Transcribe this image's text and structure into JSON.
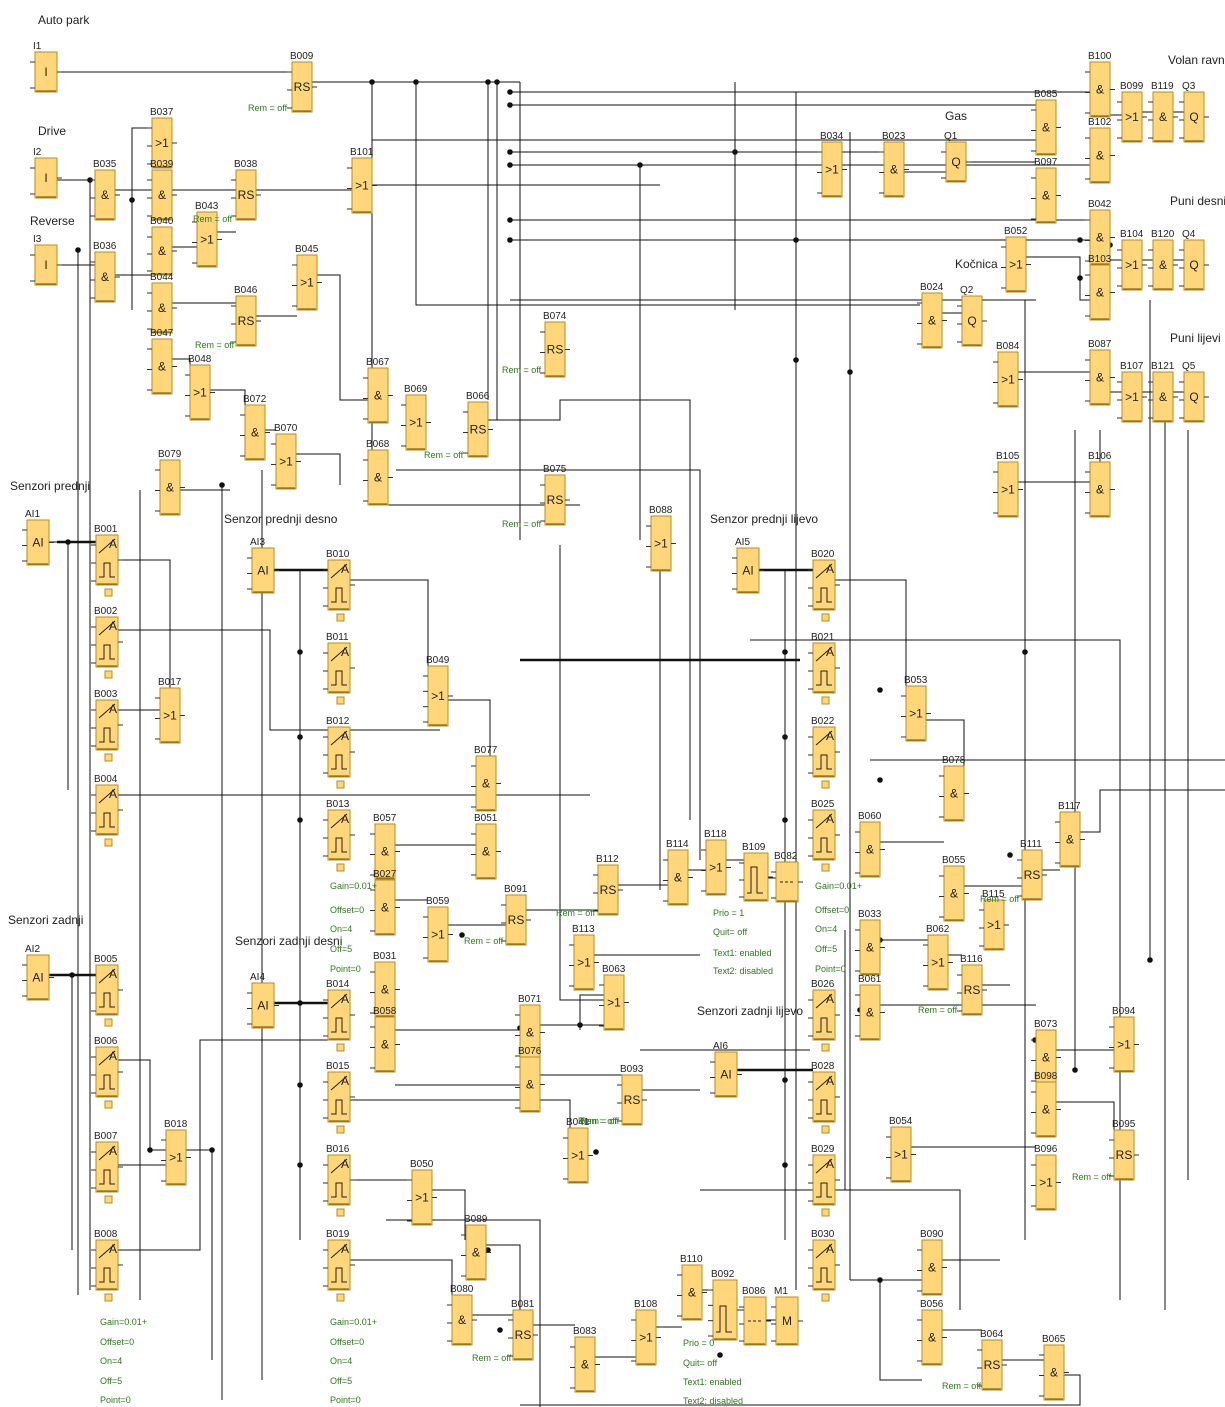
{
  "section_labels": [
    {
      "id": "auto-park",
      "text": "Auto park"
    },
    {
      "id": "drive",
      "text": "Drive"
    },
    {
      "id": "reverse",
      "text": "Reverse"
    },
    {
      "id": "senzori-prednji",
      "text": "Senzori prednji"
    },
    {
      "id": "senzor-prednji-desno",
      "text": "Senzor prednji desno"
    },
    {
      "id": "senzor-prednji-lijevo",
      "text": "Senzor prednji lijevo"
    },
    {
      "id": "senzori-zadnji",
      "text": "Senzori zadnji"
    },
    {
      "id": "senzori-zadnji-desni",
      "text": "Senzori zadnji desni"
    },
    {
      "id": "senzori-zadnji-lijevo",
      "text": "Senzori zadnji lijevo"
    },
    {
      "id": "volan-ravno",
      "text": "Volan ravno"
    },
    {
      "id": "gas",
      "text": "Gas"
    },
    {
      "id": "puni-desni",
      "text": "Puni desni"
    },
    {
      "id": "kocnica",
      "text": "Kočnica"
    },
    {
      "id": "puni-lijevi",
      "text": "Puni lijevi"
    }
  ],
  "blocks": [
    {
      "id": "I1",
      "sym": "I",
      "label": "I1"
    },
    {
      "id": "I2",
      "sym": "I",
      "label": "I2"
    },
    {
      "id": "I3",
      "sym": "I",
      "label": "I3"
    },
    {
      "id": "AI1",
      "sym": "AI",
      "label": "AI1"
    },
    {
      "id": "AI2",
      "sym": "AI",
      "label": "AI2"
    },
    {
      "id": "AI3",
      "sym": "AI",
      "label": "AI3"
    },
    {
      "id": "AI4",
      "sym": "AI",
      "label": "AI4"
    },
    {
      "id": "AI5",
      "sym": "AI",
      "label": "AI5"
    },
    {
      "id": "AI6",
      "sym": "AI",
      "label": "AI6"
    },
    {
      "id": "B009",
      "sym": "RS",
      "label": "B009"
    },
    {
      "id": "B037",
      "sym": ">1",
      "label": "B037"
    },
    {
      "id": "B035",
      "sym": "&",
      "label": "B035"
    },
    {
      "id": "B039",
      "sym": "&",
      "label": "B039"
    },
    {
      "id": "B038",
      "sym": "RS",
      "label": "B038"
    },
    {
      "id": "B101",
      "sym": ">1",
      "label": "B101"
    },
    {
      "id": "B040",
      "sym": "&",
      "label": "B040"
    },
    {
      "id": "B043",
      "sym": ">1",
      "label": "B043"
    },
    {
      "id": "B036",
      "sym": "&",
      "label": "B036"
    },
    {
      "id": "B044",
      "sym": "&",
      "label": "B044"
    },
    {
      "id": "B045",
      "sym": ">1",
      "label": "B045"
    },
    {
      "id": "B046",
      "sym": "RS",
      "label": "B046"
    },
    {
      "id": "B047",
      "sym": "&",
      "label": "B047"
    },
    {
      "id": "B048",
      "sym": ">1",
      "label": "B048"
    },
    {
      "id": "B072",
      "sym": "&",
      "label": "B072"
    },
    {
      "id": "B070",
      "sym": ">1",
      "label": "B070"
    },
    {
      "id": "B079",
      "sym": "&",
      "label": "B079"
    },
    {
      "id": "B067",
      "sym": "&",
      "label": "B067"
    },
    {
      "id": "B069",
      "sym": ">1",
      "label": "B069"
    },
    {
      "id": "B066",
      "sym": "RS",
      "label": "B066"
    },
    {
      "id": "B068",
      "sym": "&",
      "label": "B068"
    },
    {
      "id": "B074",
      "sym": "RS",
      "label": "B074"
    },
    {
      "id": "B075",
      "sym": "RS",
      "label": "B075"
    },
    {
      "id": "B088",
      "sym": ">1",
      "label": "B088"
    },
    {
      "id": "B034",
      "sym": ">1",
      "label": "B034"
    },
    {
      "id": "B023",
      "sym": "&",
      "label": "B023"
    },
    {
      "id": "Q1",
      "sym": "Q",
      "label": "Q1"
    },
    {
      "id": "B085",
      "sym": "&",
      "label": "B085"
    },
    {
      "id": "B097",
      "sym": "&",
      "label": "B097"
    },
    {
      "id": "B100",
      "sym": "&",
      "label": "B100"
    },
    {
      "id": "B102",
      "sym": "&",
      "label": "B102"
    },
    {
      "id": "B099",
      "sym": ">1",
      "label": "B099"
    },
    {
      "id": "B119",
      "sym": "&",
      "label": "B119"
    },
    {
      "id": "Q3",
      "sym": "Q",
      "label": "Q3"
    },
    {
      "id": "B052",
      "sym": ">1",
      "label": "B052"
    },
    {
      "id": "B024",
      "sym": "&",
      "label": "B024"
    },
    {
      "id": "Q2",
      "sym": "Q",
      "label": "Q2"
    },
    {
      "id": "B042",
      "sym": "&",
      "label": "B042"
    },
    {
      "id": "B103",
      "sym": "&",
      "label": "B103"
    },
    {
      "id": "B104",
      "sym": ">1",
      "label": "B104"
    },
    {
      "id": "B120",
      "sym": "&",
      "label": "B120"
    },
    {
      "id": "Q4",
      "sym": "Q",
      "label": "Q4"
    },
    {
      "id": "B084",
      "sym": ">1",
      "label": "B084"
    },
    {
      "id": "B087",
      "sym": "&",
      "label": "B087"
    },
    {
      "id": "B107",
      "sym": ">1",
      "label": "B107"
    },
    {
      "id": "B121",
      "sym": "&",
      "label": "B121"
    },
    {
      "id": "Q5",
      "sym": "Q",
      "label": "Q5"
    },
    {
      "id": "B105",
      "sym": ">1",
      "label": "B105"
    },
    {
      "id": "B106",
      "sym": "&",
      "label": "B106"
    },
    {
      "id": "B017",
      "sym": ">1",
      "label": "B017"
    },
    {
      "id": "B049",
      "sym": ">1",
      "label": "B049"
    },
    {
      "id": "B077",
      "sym": "&",
      "label": "B077"
    },
    {
      "id": "B057",
      "sym": "&",
      "label": "B057"
    },
    {
      "id": "B051",
      "sym": "&",
      "label": "B051"
    },
    {
      "id": "B027",
      "sym": "&",
      "label": "B027"
    },
    {
      "id": "B059",
      "sym": ">1",
      "label": "B059"
    },
    {
      "id": "B031",
      "sym": "&",
      "label": "B031"
    },
    {
      "id": "B058",
      "sym": "&",
      "label": "B058"
    },
    {
      "id": "B114",
      "sym": "&",
      "label": "B114"
    },
    {
      "id": "B118",
      "sym": ">1",
      "label": "B118"
    },
    {
      "id": "B112",
      "sym": "RS",
      "label": "B112"
    },
    {
      "id": "B091",
      "sym": "RS",
      "label": "B091"
    },
    {
      "id": "B113",
      "sym": ">1",
      "label": "B113"
    },
    {
      "id": "B063",
      "sym": ">1",
      "label": "B063"
    },
    {
      "id": "B071",
      "sym": "&",
      "label": "B071"
    },
    {
      "id": "B076",
      "sym": "&",
      "label": "B076"
    },
    {
      "id": "B093",
      "sym": "RS",
      "label": "B093"
    },
    {
      "id": "B041",
      "sym": ">1",
      "label": "B041"
    },
    {
      "id": "B018",
      "sym": ">1",
      "label": "B018"
    },
    {
      "id": "B050",
      "sym": ">1",
      "label": "B050"
    },
    {
      "id": "B089",
      "sym": "&",
      "label": "B089"
    },
    {
      "id": "B080",
      "sym": "&",
      "label": "B080"
    },
    {
      "id": "B081",
      "sym": "RS",
      "label": "B081"
    },
    {
      "id": "B083",
      "sym": "&",
      "label": "B083"
    },
    {
      "id": "B108",
      "sym": ">1",
      "label": "B108"
    },
    {
      "id": "B110",
      "sym": "&",
      "label": "B110"
    },
    {
      "id": "B053",
      "sym": ">1",
      "label": "B053"
    },
    {
      "id": "B078",
      "sym": "&",
      "label": "B078"
    },
    {
      "id": "B117",
      "sym": "&",
      "label": "B117"
    },
    {
      "id": "B060",
      "sym": "&",
      "label": "B060"
    },
    {
      "id": "B111",
      "sym": "RS",
      "label": "B111"
    },
    {
      "id": "B055",
      "sym": "&",
      "label": "B055"
    },
    {
      "id": "B115",
      "sym": ">1",
      "label": "B115"
    },
    {
      "id": "B033",
      "sym": "&",
      "label": "B033"
    },
    {
      "id": "B062",
      "sym": ">1",
      "label": "B062"
    },
    {
      "id": "B116",
      "sym": "RS",
      "label": "B116"
    },
    {
      "id": "B061",
      "sym": "&",
      "label": "B061"
    },
    {
      "id": "B073",
      "sym": "&",
      "label": "B073"
    },
    {
      "id": "B094",
      "sym": ">1",
      "label": "B094"
    },
    {
      "id": "B098",
      "sym": "&",
      "label": "B098"
    },
    {
      "id": "B054",
      "sym": ">1",
      "label": "B054"
    },
    {
      "id": "B095",
      "sym": "RS",
      "label": "B095"
    },
    {
      "id": "B096",
      "sym": ">1",
      "label": "B096"
    },
    {
      "id": "B090",
      "sym": "&",
      "label": "B090"
    },
    {
      "id": "B056",
      "sym": "&",
      "label": "B056"
    },
    {
      "id": "B064",
      "sym": "RS",
      "label": "B064"
    },
    {
      "id": "B065",
      "sym": "&",
      "label": "B065"
    },
    {
      "id": "B082",
      "sym": "msg",
      "label": "B082"
    },
    {
      "id": "B086",
      "sym": "msg",
      "label": "B086"
    },
    {
      "id": "M1",
      "sym": "M",
      "label": "M1"
    },
    {
      "id": "B092",
      "sym": "pulse",
      "label": "B092"
    },
    {
      "id": "B109",
      "sym": "pulse",
      "label": "B109"
    },
    {
      "id": "B001",
      "sym": "thr",
      "label": "B001"
    },
    {
      "id": "B002",
      "sym": "thr",
      "label": "B002"
    },
    {
      "id": "B003",
      "sym": "thr",
      "label": "B003"
    },
    {
      "id": "B004",
      "sym": "thr",
      "label": "B004"
    },
    {
      "id": "B005",
      "sym": "thr",
      "label": "B005"
    },
    {
      "id": "B006",
      "sym": "thr",
      "label": "B006"
    },
    {
      "id": "B007",
      "sym": "thr",
      "label": "B007"
    },
    {
      "id": "B008",
      "sym": "thr",
      "label": "B008"
    },
    {
      "id": "B010",
      "sym": "thr",
      "label": "B010"
    },
    {
      "id": "B011",
      "sym": "thr",
      "label": "B011"
    },
    {
      "id": "B012",
      "sym": "thr",
      "label": "B012"
    },
    {
      "id": "B013",
      "sym": "thr",
      "label": "B013"
    },
    {
      "id": "B014",
      "sym": "thr",
      "label": "B014"
    },
    {
      "id": "B015",
      "sym": "thr",
      "label": "B015"
    },
    {
      "id": "B016",
      "sym": "thr",
      "label": "B016"
    },
    {
      "id": "B019",
      "sym": "thr",
      "label": "B019"
    },
    {
      "id": "B020",
      "sym": "thr",
      "label": "B020"
    },
    {
      "id": "B021",
      "sym": "thr",
      "label": "B021"
    },
    {
      "id": "B022",
      "sym": "thr",
      "label": "B022"
    },
    {
      "id": "B025",
      "sym": "thr",
      "label": "B025"
    },
    {
      "id": "B026",
      "sym": "thr",
      "label": "B026"
    },
    {
      "id": "B028",
      "sym": "thr",
      "label": "B028"
    },
    {
      "id": "B029",
      "sym": "thr",
      "label": "B029"
    },
    {
      "id": "B030",
      "sym": "thr",
      "label": "B030"
    }
  ],
  "param_texts": [
    "Rem = off",
    "Rem = off",
    "Rem = off",
    "Rem = off",
    "Rem = off",
    "Rem = off",
    "Rem = off",
    "Rem = off",
    "Rem = off",
    "Rem = off",
    "Rem = off",
    "Rem = off",
    "Rem = off",
    "Rem = off",
    "Rem = off",
    "Gain=0.01+",
    "Offset=0",
    "On=4",
    "Off=5",
    "Point=0",
    "Gain=0.01+",
    "Offset=0",
    "On=4",
    "Off=5",
    "Point=0",
    "Gain=0.01+",
    "Offset=0",
    "On=4",
    "Off=5",
    "Point=0",
    "Gain=0.01+",
    "Offset=0",
    "On=4",
    "Off=5",
    "Point=0",
    "Prio = 1",
    "Quit= off",
    "Text1: enabled",
    "Text2: disabled",
    "Prio = 0",
    "Quit= off",
    "Text1: enabled",
    "Text2: disabled"
  ]
}
